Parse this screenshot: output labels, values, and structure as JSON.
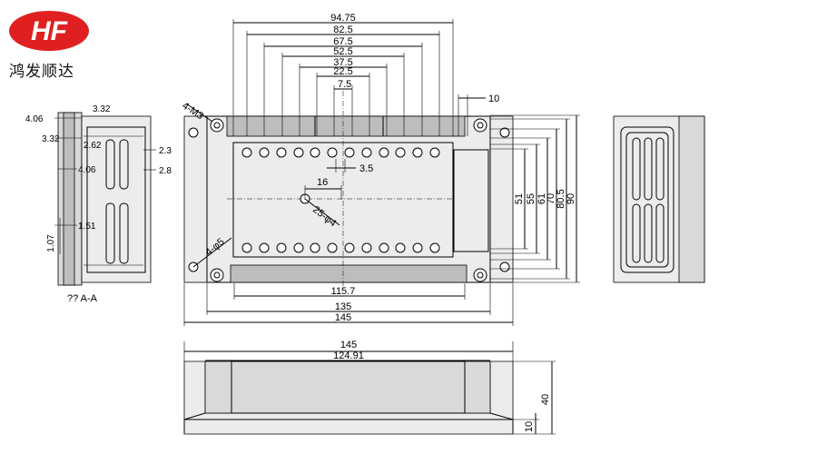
{
  "brand": {
    "logo_text": "HF",
    "name": "鸿发顺达",
    "colors": {
      "logo_red": "#e02020",
      "logo_white": "#ffffff"
    }
  },
  "top_view": {
    "dims_top": [
      "94.75",
      "82.5",
      "67.5",
      "52.5",
      "37.5",
      "22.5",
      "7.5"
    ],
    "dim_10": "10",
    "dims_right": [
      "51",
      "55",
      "61",
      "70",
      "80.5",
      "90"
    ],
    "dim_3_5": "3.5",
    "dim_16": "16",
    "label_m3": "4-M3",
    "label_25_phi4": "25-φ4",
    "label_4_phi5": "4-φ5",
    "dims_bottom": [
      "115.7",
      "135",
      "145"
    ]
  },
  "section_view": {
    "dims_left": [
      "4.06",
      "3.32",
      "3.32",
      "2.62",
      "4.06",
      "1.07",
      "1.51"
    ],
    "dims_right": [
      "2.3",
      "2.8"
    ],
    "caption": "?? A-A"
  },
  "front_view": {
    "dims_top": [
      "145",
      "124.91"
    ],
    "dims_right": [
      "40",
      "10"
    ]
  },
  "side_view": {}
}
